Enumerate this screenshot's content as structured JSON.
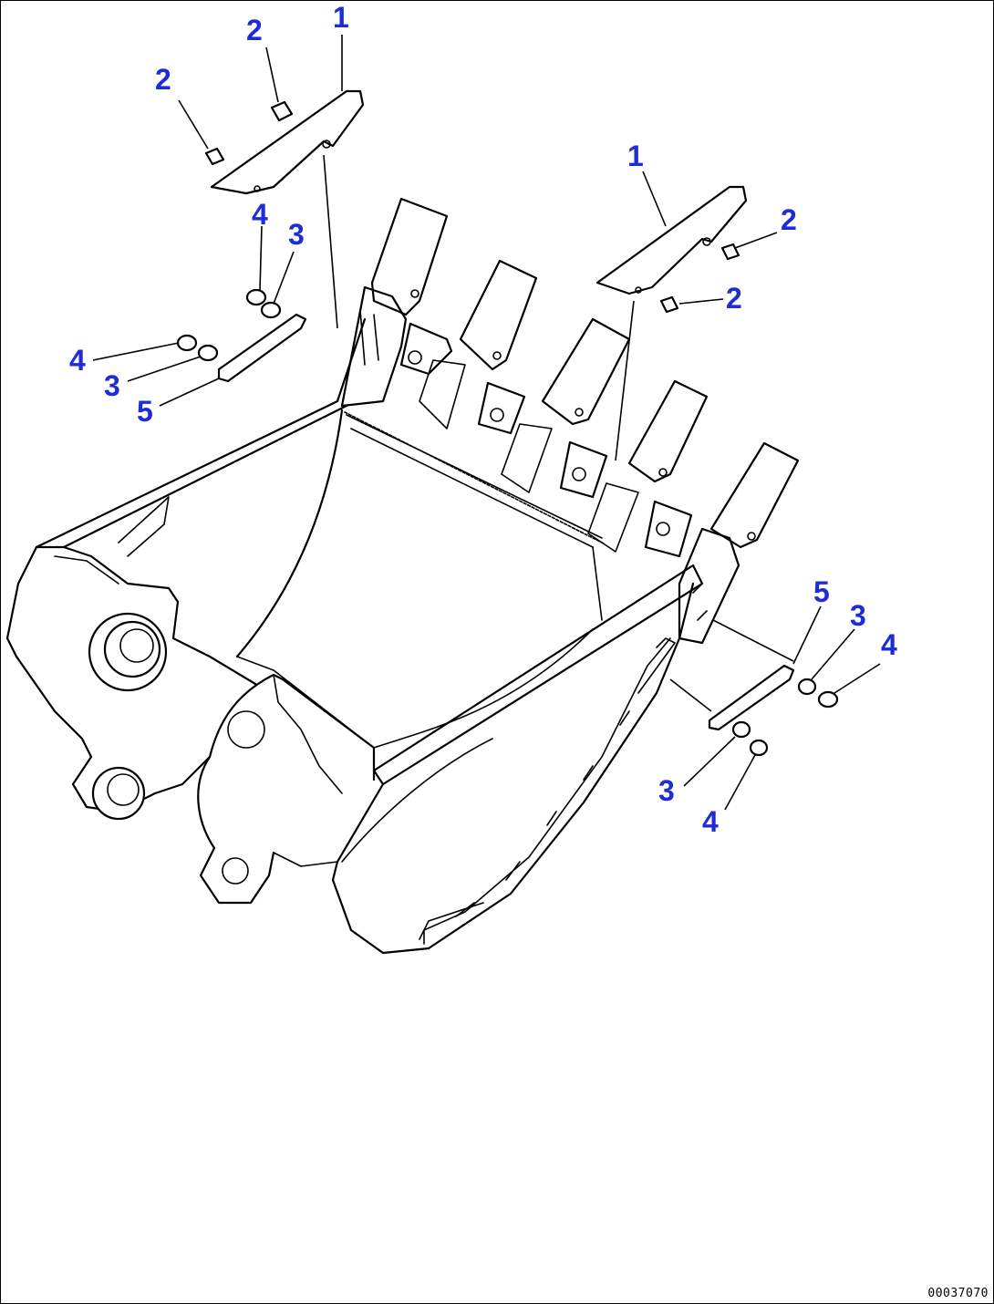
{
  "drawing": {
    "code": "00037070",
    "parts": [
      {
        "callout": "1"
      },
      {
        "callout": "2"
      },
      {
        "callout": "3"
      },
      {
        "callout": "4"
      },
      {
        "callout": "5"
      }
    ]
  },
  "callouts": {
    "c1a": "1",
    "c2a": "2",
    "c2b": "2",
    "c4a": "4",
    "c3a": "3",
    "c4b": "4",
    "c3b": "3",
    "c5a": "5",
    "c1b": "1",
    "c2c": "2",
    "c2d": "2",
    "c5b": "5",
    "c3c": "3",
    "c4c": "4",
    "c3d": "3",
    "c4d": "4"
  }
}
